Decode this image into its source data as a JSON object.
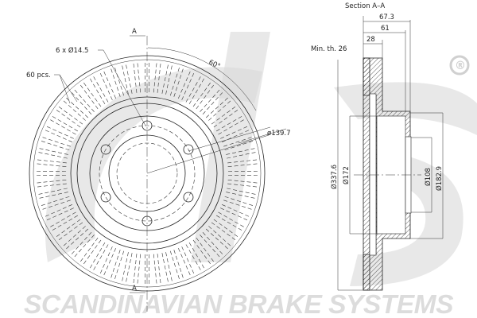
{
  "brand": {
    "watermark_text": "SCANDINAVIAN BRAKE SYSTEMS",
    "logo": "sbs",
    "registered_mark": "®"
  },
  "front_view": {
    "section_marker_top": "A",
    "section_marker_bottom": "A",
    "bolt_holes_label": "6 x Ø14.5",
    "vents_label": "60 pcs.",
    "angle_label": "60°",
    "bolt_circle_label": "ø139.7",
    "vent_count": 60,
    "bolt_hole_count": 6
  },
  "section_view": {
    "title": "Section A–A",
    "dim_overall_height": "67.3",
    "dim_hat_height": "61",
    "dim_thickness": "28",
    "min_thickness": "Min. th. 26",
    "dim_outer_diameter": "Ø337.6",
    "dim_172": "Ø172",
    "dim_center_bore": "Ø108",
    "dim_hat_diameter": "Ø182.9"
  },
  "colors": {
    "line": "#222222",
    "watermark": "#d9d9d9"
  }
}
